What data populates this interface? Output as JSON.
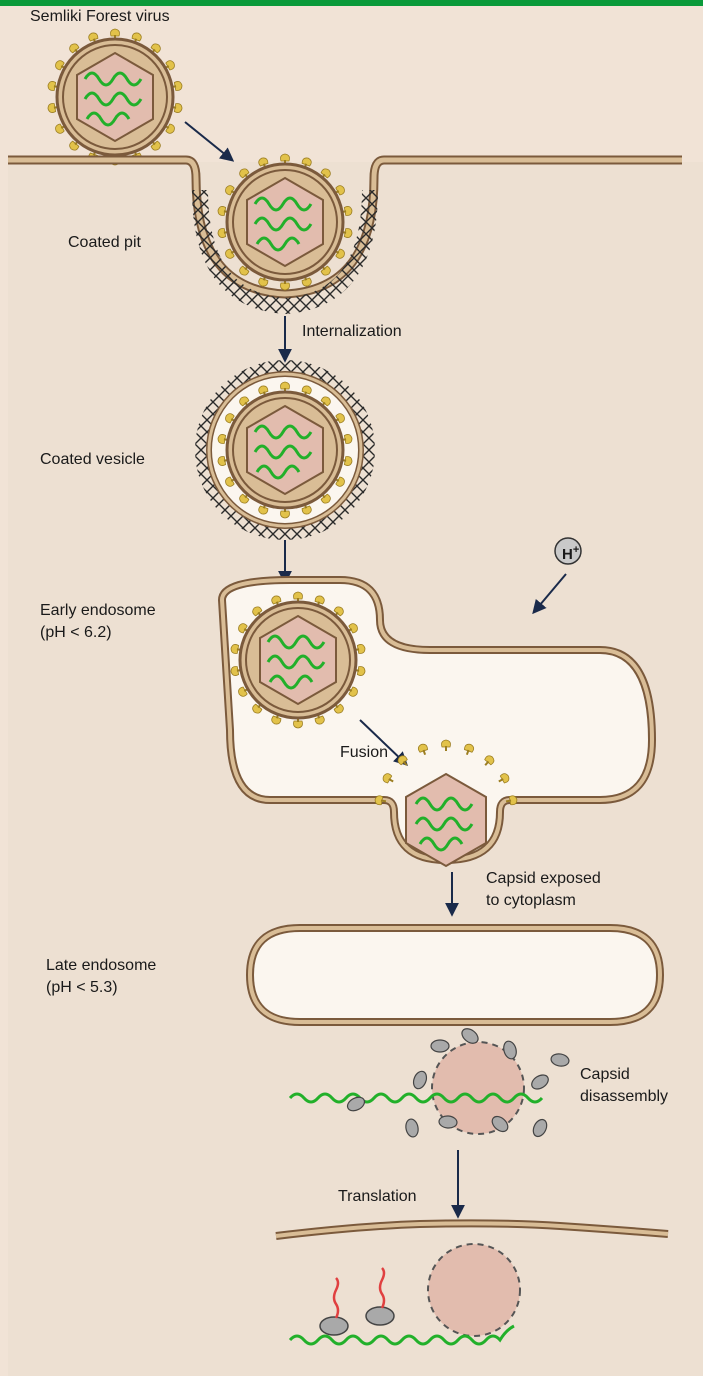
{
  "colors": {
    "top_bar": "#0a9a3a",
    "background": "#f1e3d6",
    "cytoplasm": "#ede0d2",
    "membrane_outer": "#7b5a3c",
    "membrane_fill": "#d9bd96",
    "capsid_fill": "#e2bcae",
    "rna": "#22b02a",
    "spike": "#e2c24a",
    "clathrin": "#2a2a2a",
    "protein": "#a9a9a9",
    "nascent_protein": "#e04040"
  },
  "labels": {
    "virus": "Semliki Forest virus",
    "coated_pit": "Coated pit",
    "internalization": "Internalization",
    "coated_vesicle": "Coated vesicle",
    "early_endosome_1": "Early endosome",
    "early_endosome_2": "(pH < 6.2)",
    "proton": "H",
    "proton_sup": "+",
    "fusion": "Fusion",
    "capsid_exposed_1": "Capsid exposed",
    "capsid_exposed_2": "to cytoplasm",
    "late_endosome_1": "Late endosome",
    "late_endosome_2": "(pH < 5.3)",
    "capsid_disassembly_1": "Capsid",
    "capsid_disassembly_2": "disassembly",
    "translation": "Translation"
  }
}
